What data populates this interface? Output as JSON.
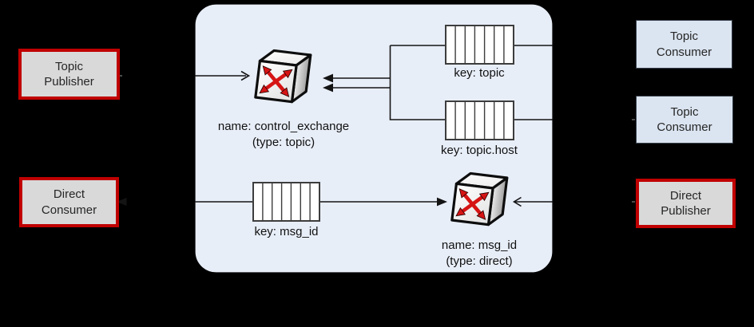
{
  "colors": {
    "background": "#000000",
    "broker_fill": "#e8eef8",
    "broker_border": "#000000",
    "publisher_red_border": "#c00000",
    "publisher_gray_fill": "#d9d9d9",
    "consumer_blue_fill": "#dbe5f1",
    "consumer_blue_border": "#39404d",
    "queue_fill": "#ffffff",
    "line_color": "#141414",
    "exchange_arrow_red": "#d61414"
  },
  "nodes": {
    "topic_publisher": {
      "line1": "Topic",
      "line2": "Publisher"
    },
    "direct_consumer": {
      "line1": "Direct",
      "line2": "Consumer"
    },
    "topic_consumer_1": {
      "line1": "Topic",
      "line2": "Consumer"
    },
    "topic_consumer_2": {
      "line1": "Topic",
      "line2": "Consumer"
    },
    "direct_publisher": {
      "line1": "Direct",
      "line2": "Publisher"
    }
  },
  "broker": {
    "topic_exchange": {
      "name": "name: control_exchange",
      "type": "(type: topic)"
    },
    "direct_exchange": {
      "name": "name: msg_id",
      "type": "(type: direct)"
    },
    "queues": {
      "topic": {
        "label": "key: topic"
      },
      "topic_host": {
        "label": "key: topic.host"
      },
      "msg_id": {
        "label": "key: msg_id"
      }
    }
  }
}
